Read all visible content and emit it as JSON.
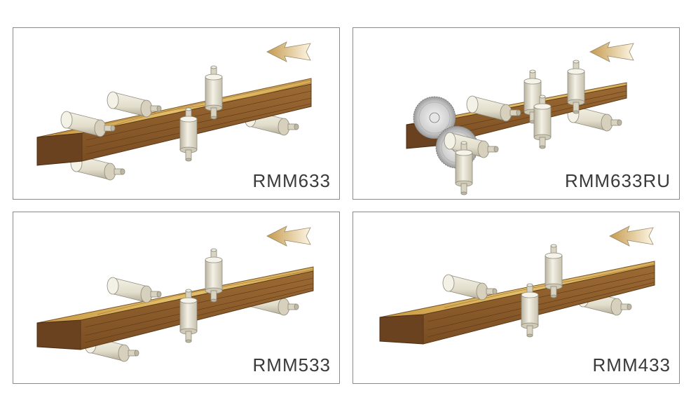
{
  "panels": [
    {
      "id": "p1",
      "model": "RMM633"
    },
    {
      "id": "p2",
      "model": "RMM633RU"
    },
    {
      "id": "p3",
      "model": "RMM533"
    },
    {
      "id": "p4",
      "model": "RMM433"
    }
  ],
  "colors": {
    "wood_top": "#d9b45a",
    "wood_side": "#8a5a2b",
    "wood_end": "#6b4220",
    "roller": "#eeeadb",
    "roller_shadow": "#bdb7a3",
    "arrow_light": "#fbf1d8",
    "arrow_dark": "#c9a35a",
    "border": "#8a8a8a"
  }
}
